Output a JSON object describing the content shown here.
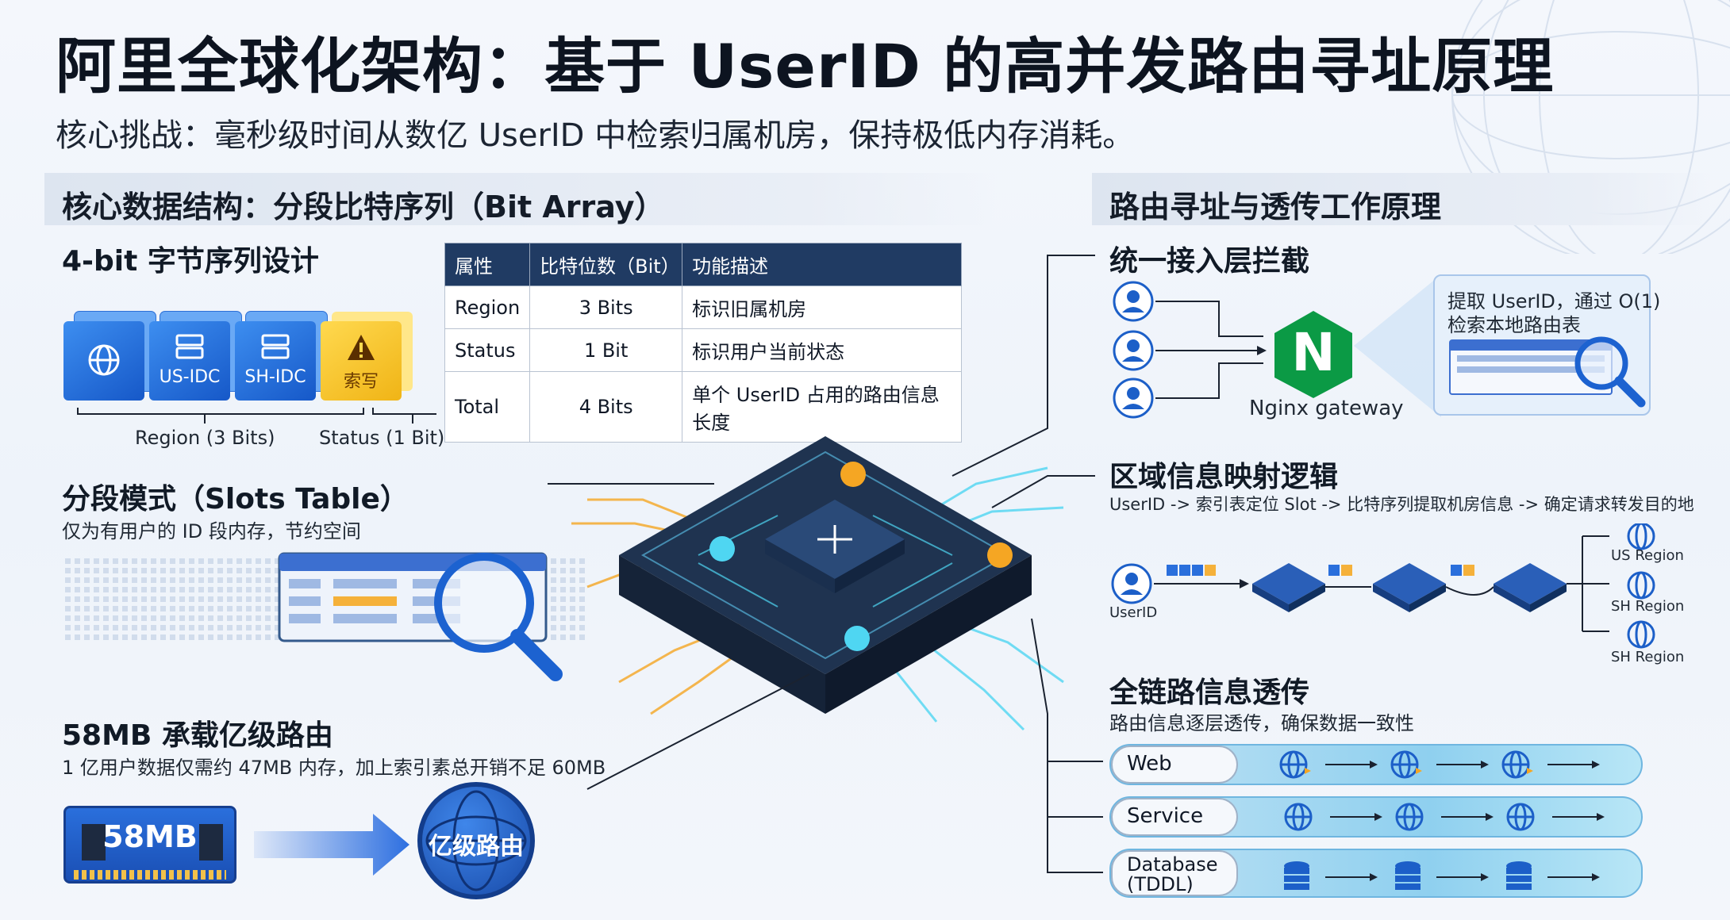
{
  "title": "阿里全球化架构：基于 UserID 的高并发路由寻址原理",
  "subtitle": "核心挑战：毫秒级时间从数亿 UserID 中检索归属机房，保持极低内存消耗。",
  "left": {
    "heading": "核心数据结构：分段比特序列（Bit Array）",
    "bit_design": {
      "title": "4-bit 字节序列设计",
      "cubes": [
        {
          "label": "",
          "icon": "globe-icon"
        },
        {
          "label": "US-IDC",
          "icon": "server-icon"
        },
        {
          "label": "SH-IDC",
          "icon": "server-icon"
        },
        {
          "label": "索写",
          "icon": "warning-icon"
        }
      ],
      "brace_region": "Region (3 Bits)",
      "brace_status": "Status (1 Bit)"
    },
    "table": {
      "headers": [
        "属性",
        "比特位数（Bit）",
        "功能描述"
      ],
      "rows": [
        [
          "Region",
          "3 Bits",
          "标识旧属机房"
        ],
        [
          "Status",
          "1 Bit",
          "标识用户当前状态"
        ],
        [
          "Total",
          "4 Bits",
          "单个 UserID 占用的路由信息长度"
        ]
      ]
    },
    "slots": {
      "title": "分段模式（Slots Table）",
      "desc": "仅为有用户的 ID 段内存，节约空间"
    },
    "memory": {
      "title": "58MB 承载亿级路由",
      "desc": "1 亿用户数据仅需约 47MB 内存，加上索引素总开销不足 60MB",
      "chip_label": "58MB",
      "globe_label": "亿级路由"
    }
  },
  "right": {
    "heading": "路由寻址与透传工作原理",
    "gateway": {
      "title": "统一接入层拦截",
      "logo_letter": "N",
      "caption": "Nginx gateway",
      "callout": [
        "提取 UserID，通过 O(1)",
        "检索本地路由表"
      ]
    },
    "mapping": {
      "title": "区域信息映射逻辑",
      "desc": "UserID -> 索引表定位 Slot -> 比特序列提取机房信息 -> 确定请求转发目的地",
      "user_label": "UserID",
      "regions": [
        "US Region",
        "SH Region",
        "SH Region"
      ]
    },
    "passthrough": {
      "title": "全链路信息透传",
      "desc": "路由信息逐层透传，确保数据一致性",
      "lanes": [
        {
          "label": "Web",
          "icon": "globe-icon"
        },
        {
          "label": "Service",
          "icon": "globe-icon"
        },
        {
          "label": "Database\n(TDDL)",
          "icon": "database-icon"
        }
      ]
    }
  },
  "colors": {
    "accent_blue": "#1f66d6",
    "orange": "#f5a623",
    "cyan": "#4fd6f2",
    "dark_navy": "#1b2a46",
    "nginx_green": "#0b9a45"
  }
}
